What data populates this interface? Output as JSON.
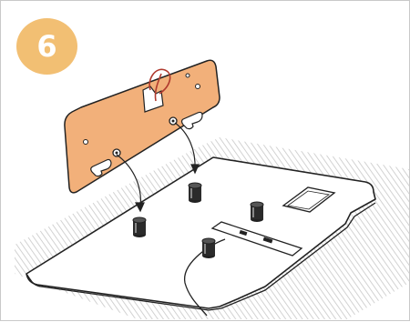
{
  "step": {
    "number": "6"
  },
  "colors": {
    "badge": "#f2bf73",
    "bracket": "#f2b07a",
    "outline": "#222222",
    "hatch": "#c7c7c7",
    "panel": "#ffffff"
  },
  "icons": [
    "wall-mount-bracket",
    "spacer-post",
    "guide-arrow",
    "tv-back-panel",
    "cable"
  ]
}
